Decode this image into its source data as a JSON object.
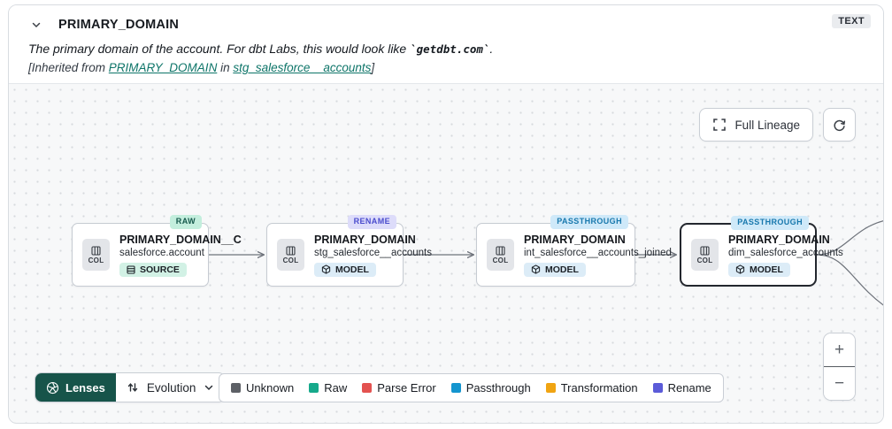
{
  "header": {
    "title": "PRIMARY_DOMAIN",
    "type_badge": "TEXT",
    "description": {
      "prefix": "The primary domain of the account. For dbt Labs, this would look like ",
      "code": "`getdbt.com`",
      "suffix": "."
    },
    "inherited": {
      "prefix": "[Inherited from ",
      "column_link": "PRIMARY_DOMAIN",
      "middle": " in ",
      "model_link": "stg_salesforce__accounts",
      "suffix": "]"
    }
  },
  "canvas": {
    "toolbar": {
      "full_lineage_label": "Full Lineage"
    },
    "nodes": [
      {
        "tag": "RAW",
        "tag_type": "raw",
        "col_label": "COL",
        "title": "PRIMARY_DOMAIN__C",
        "subtitle": "salesforce.account",
        "badge": "SOURCE",
        "badge_type": "source",
        "selected": false
      },
      {
        "tag": "RENAME",
        "tag_type": "rename",
        "col_label": "COL",
        "title": "PRIMARY_DOMAIN",
        "subtitle": "stg_salesforce__accounts",
        "badge": "MODEL",
        "badge_type": "model",
        "selected": false
      },
      {
        "tag": "PASSTHROUGH",
        "tag_type": "passthrough",
        "col_label": "COL",
        "title": "PRIMARY_DOMAIN",
        "subtitle": "int_salesforce__accounts_joined",
        "badge": "MODEL",
        "badge_type": "model",
        "selected": false
      },
      {
        "tag": "PASSTHROUGH",
        "tag_type": "passthrough",
        "col_label": "COL",
        "title": "PRIMARY_DOMAIN",
        "subtitle": "dim_salesforce_accounts",
        "badge": "MODEL",
        "badge_type": "model",
        "selected": true
      }
    ],
    "lenses": {
      "button_label": "Lenses",
      "selected_lens": "Evolution"
    },
    "legend": {
      "items": [
        {
          "label": "Unknown",
          "color": "#5d6066"
        },
        {
          "label": "Raw",
          "color": "#16a98b"
        },
        {
          "label": "Parse Error",
          "color": "#e35250"
        },
        {
          "label": "Passthrough",
          "color": "#1495cf"
        },
        {
          "label": "Transformation",
          "color": "#f0a412"
        },
        {
          "label": "Rename",
          "color": "#5b5bd8"
        }
      ]
    },
    "zoom": {
      "in_label": "+",
      "out_label": "−"
    }
  },
  "colors": {
    "link_teal": "#0e7569",
    "lenses_bg": "#17544a",
    "canvas_bg": "#f7f8f9",
    "selected_node_border": "#23272e",
    "tag_raw_bg": "#c3eedd",
    "tag_rename_bg": "#dddcfa",
    "tag_passthrough_bg": "#cfe9f9",
    "badge_source_bg": "#d2f1e5",
    "badge_model_bg": "#dcecf7"
  }
}
